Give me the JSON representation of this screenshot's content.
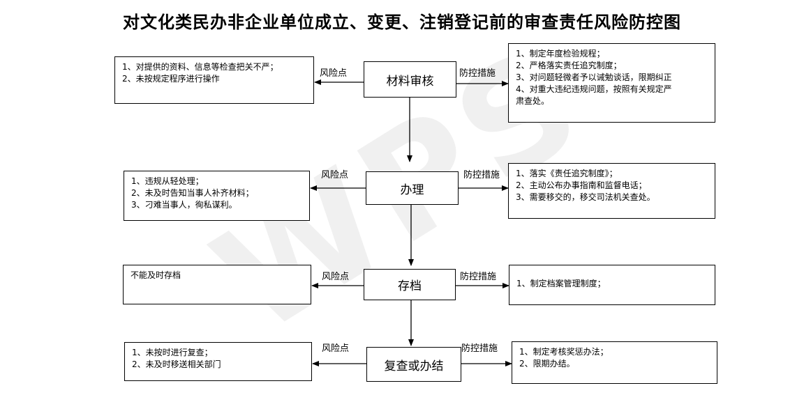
{
  "title": "对文化类民办非企业单位成立、变更、注销登记前的审查责任风险防控图",
  "watermark": "WPS",
  "risk_label": "风险点",
  "control_label": "防控措施",
  "steps": [
    {
      "name": "材料审核",
      "risks": [
        "1、对提供的资料、信息等检查把关不严；",
        "2、未按规定程序进行操作"
      ],
      "controls": [
        "1、制定年度检验规程；",
        "2、严格落实责任追究制度；",
        "3、对问题轻微者予以诫勉谈话，限期纠正",
        "4、对重大违纪违规问题，按照有关规定严",
        "肃查处。"
      ]
    },
    {
      "name": "办理",
      "risks": [
        "1、违规从轻处理；",
        "2、未及时告知当事人补齐材料；",
        "3、刁难当事人，徇私谋利。"
      ],
      "controls": [
        "1、落实《责任追究制度》；",
        "2、主动公布办事指南和监督电话；",
        "3、需要移交的，移交司法机关查处。"
      ]
    },
    {
      "name": "存档",
      "risks": [
        "不能及时存档"
      ],
      "controls": [
        "1、制定档案管理制度；"
      ]
    },
    {
      "name": "复查或办结",
      "risks": [
        "1、未按时进行复查；",
        "2、未及时移送相关部门"
      ],
      "controls": [
        "1、制定考核奖惩办法；",
        "2、限期办结。"
      ]
    }
  ]
}
